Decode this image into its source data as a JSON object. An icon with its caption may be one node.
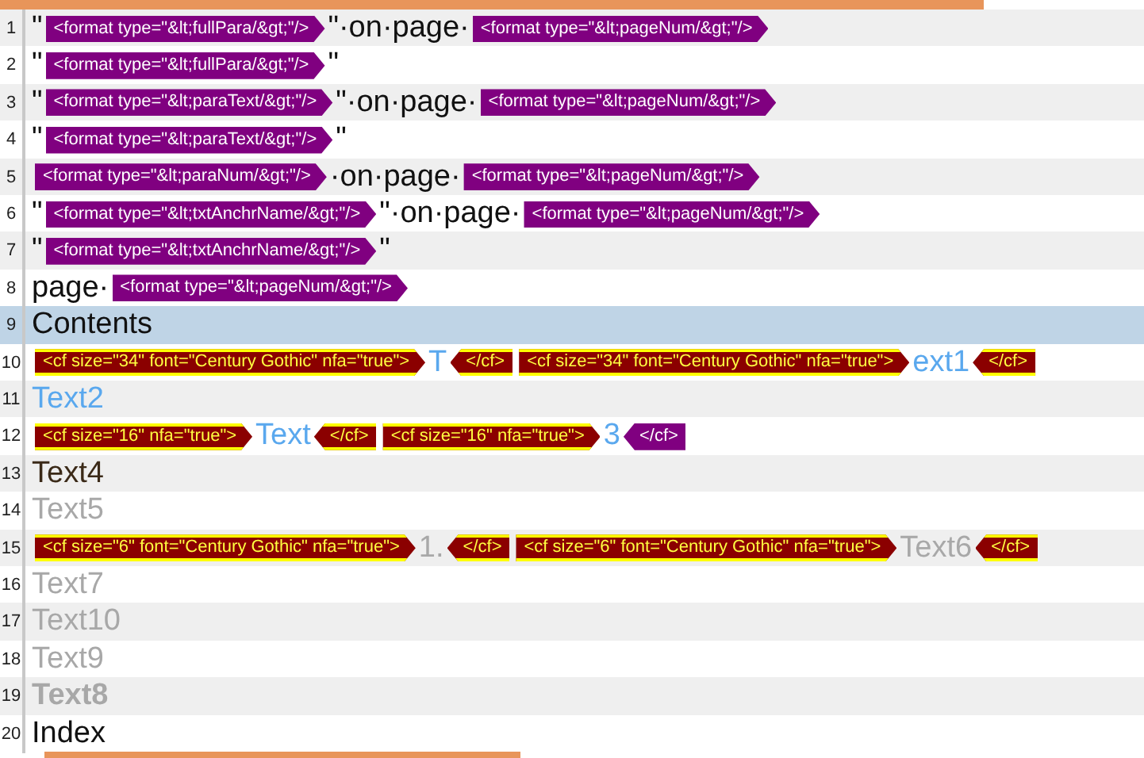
{
  "diagram": {
    "nodes": [
      {
        "text": [
          "<format type=\"&lt;fullPara/&gt;\"/>"
        ]
      },
      {
        "text": [
          "<format type=\"&lt;pageNum/&gt;\"/>"
        ]
      },
      {
        "text": [
          "<format type=\"&lt;fullPara/&gt;\"/>"
        ]
      },
      {
        "text": [
          "<format type=\"&lt;paraText/&gt;\"/>"
        ]
      },
      {
        "text": [
          "<format type=\"&lt;pageNum/&gt;\"/>"
        ]
      },
      {
        "text": [
          "<format type=\"&lt;paraText/&gt;\"/>"
        ]
      },
      {
        "text": [
          "<format type=\"&lt;paraNum/&gt;\"/>"
        ]
      },
      {
        "text": [
          "<format type=\"&lt;pageNum/&gt;\"/>"
        ]
      },
      {
        "text": [
          "<format type=\"&lt;txtAnchrName/&gt;\"/>"
        ]
      },
      {
        "text": [
          "<format type=\"&lt;pageNum/&gt;\"/>"
        ]
      },
      {
        "text": [
          "<format type=\"&lt;txtAnchrName/&gt;\"/>"
        ]
      },
      {
        "text": [
          "<format type=\"&lt;pageNum/&gt;\"/>"
        ]
      },
      {
        "text": [
          "<cf size=\"34\" font=\"Century Gothic\" nfa=\"true\">"
        ]
      },
      {
        "text": [
          "</cf>"
        ]
      },
      {
        "text": [
          "<cf size=\"34\" font=\"Century Gothic\" nfa=\"true\">"
        ]
      },
      {
        "text": [
          "</cf>"
        ]
      },
      {
        "text": [
          "<cf size=\"16\" nfa=\"true\">"
        ]
      },
      {
        "text": [
          "</cf>"
        ]
      },
      {
        "text": [
          "<cf size=\"16\" nfa=\"true\">"
        ]
      },
      {
        "text": [
          "</cf>"
        ]
      },
      {
        "text": [
          "<cf size=\"6\" font=\"Century Gothic\" nfa=\"true\">"
        ]
      },
      {
        "text": [
          "</cf>"
        ]
      },
      {
        "text": [
          "<cf size=\"6\" font=\"Century Gothic\" nfa=\"true\">"
        ]
      },
      {
        "text": [
          "</cf>"
        ]
      }
    ],
    "labels": [
      "1",
      "\"",
      "\"·on·page·",
      "2",
      "\"",
      "\"",
      "3",
      "\"",
      "\"·on·page·",
      "4",
      "\"",
      "\"",
      "5",
      "·on·page·",
      "6",
      "\"",
      "\"·on·page·",
      "7",
      "\"",
      "\"",
      "8",
      "page·",
      "9",
      "Contents",
      "10",
      "T",
      "ext1",
      "11",
      "Text2",
      "12",
      "Text",
      "3",
      "13",
      "Text4",
      "14",
      "Text5",
      "15",
      "1.",
      "Text6",
      "16",
      "Text7",
      "17",
      "Text10",
      "18",
      "Text9",
      "19",
      "Text8",
      "20",
      "Index"
    ]
  }
}
